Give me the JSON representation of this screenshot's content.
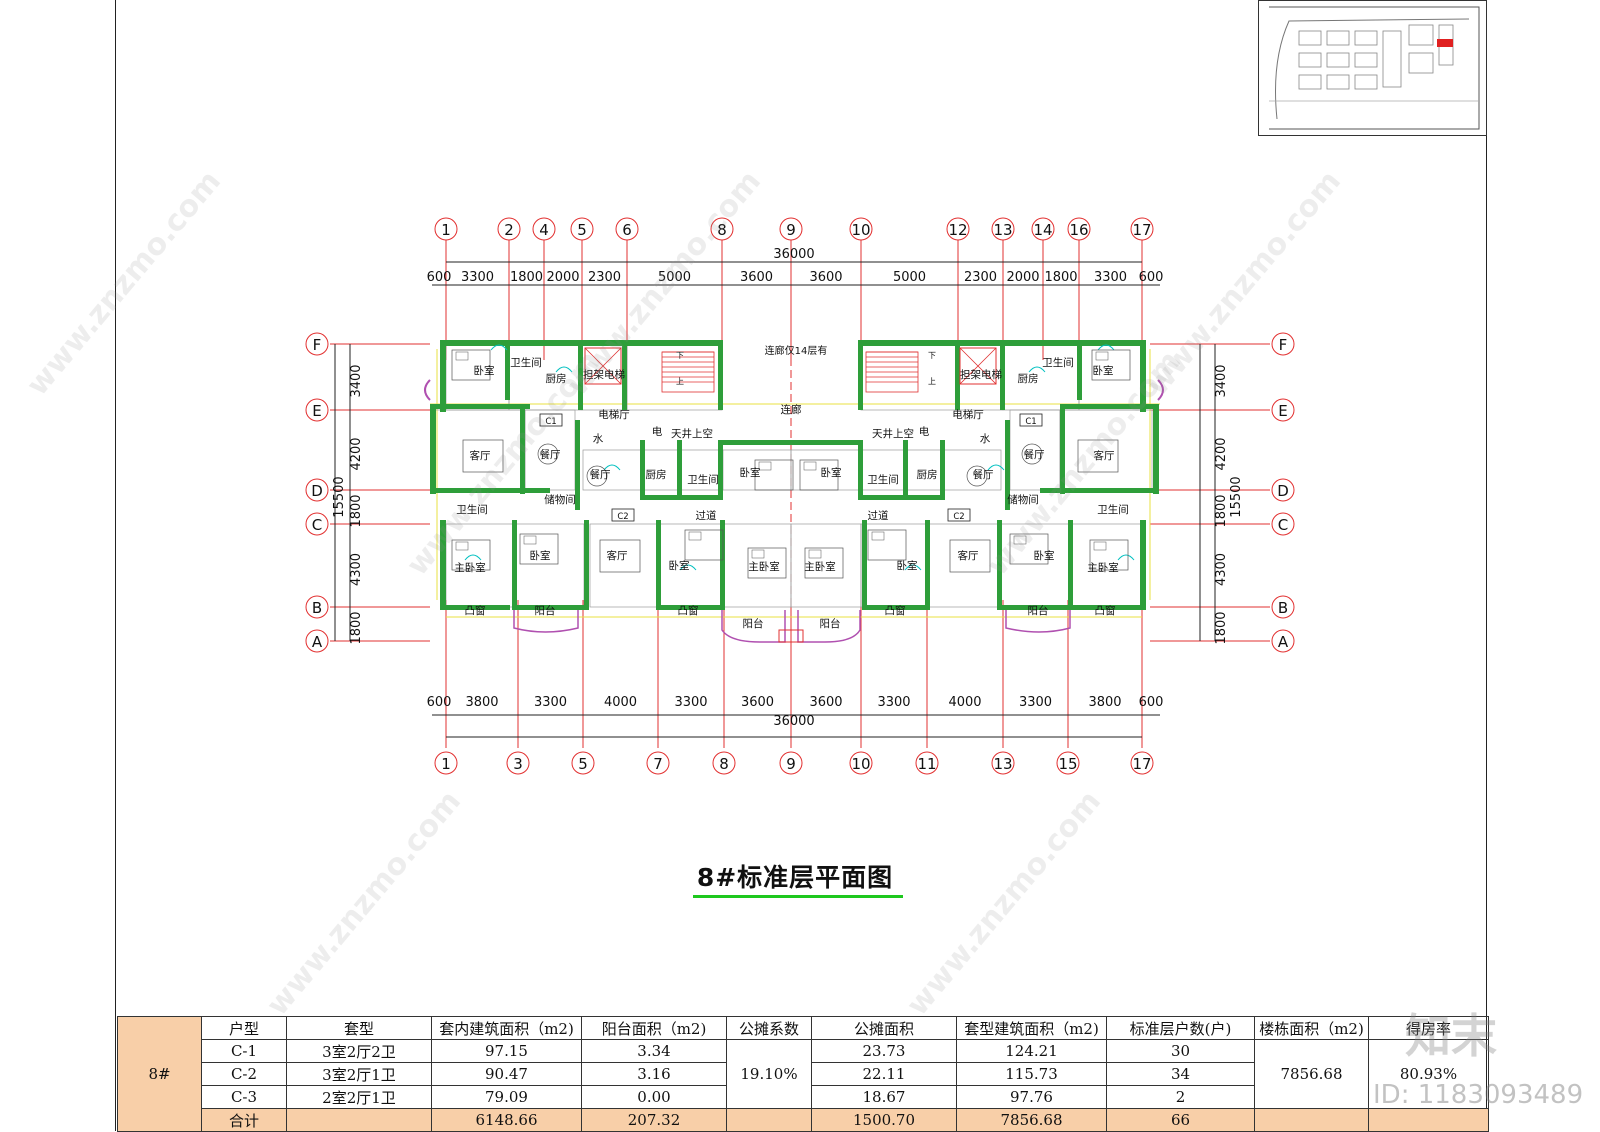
{
  "drawing_title": "8#标准层平面图",
  "grid": {
    "top_axes": [
      "1",
      "2",
      "4",
      "5",
      "6",
      "8",
      "9",
      "10",
      "12",
      "13",
      "14",
      "16",
      "17"
    ],
    "bottom_axes": [
      "1",
      "3",
      "5",
      "7",
      "8",
      "9",
      "10",
      "11",
      "13",
      "15",
      "17"
    ],
    "rows": [
      "F",
      "E",
      "D",
      "C",
      "B",
      "A"
    ],
    "top_total": "36000",
    "top_dims": [
      "600",
      "3300",
      "1800",
      "2000",
      "2300",
      "5000",
      "3600",
      "3600",
      "5000",
      "2300",
      "2000",
      "1800",
      "3300",
      "600"
    ],
    "bottom_total": "36000",
    "bottom_dims": [
      "600",
      "3800",
      "3300",
      "4000",
      "3300",
      "3600",
      "3600",
      "3300",
      "4000",
      "3300",
      "3800",
      "600"
    ],
    "side_total": "15500",
    "side_dims": [
      "3400",
      "4200",
      "1800",
      "4300",
      "1800"
    ]
  },
  "units": {
    "c1": "C-1",
    "c2": "C-2",
    "c1_tag": "C1",
    "c2_tag": "C2"
  },
  "rooms": {
    "bedroom": "卧室",
    "master_bedroom": "主卧室",
    "bathroom": "卫生间",
    "kitchen": "厨房",
    "living": "客厅",
    "dining": "餐厅",
    "storage": "储物间",
    "balcony": "阳台",
    "bay_window": "凸窗",
    "stretcher_elevator": "担架电梯",
    "elevator_hall": "电梯厅",
    "corridor": "连廊",
    "passage": "过道",
    "water": "水",
    "electric": "电",
    "patio_void": "天井上空",
    "corridor_note": "连廊仅14层有",
    "stair_down": "下",
    "stair_up": "上"
  },
  "area_table": {
    "building_id": "8#",
    "headers": [
      "户型",
      "套型",
      "套内建筑面积（m2)",
      "阳台面积（m2)",
      "公摊系数",
      "公摊面积",
      "套型建筑面积（m2)",
      "标准层户数(户)",
      "楼栋面积（m2)",
      "得房率"
    ],
    "rows": [
      {
        "type": "C-1",
        "layout": "3室2厅2卫",
        "inner": "97.15",
        "balcony": "3.34",
        "shared": "23.73",
        "total": "124.21",
        "count": "30"
      },
      {
        "type": "C-2",
        "layout": "3室2厅1卫",
        "inner": "90.47",
        "balcony": "3.16",
        "shared": "22.11",
        "total": "115.73",
        "count": "34"
      },
      {
        "type": "C-3",
        "layout": "2室2厅1卫",
        "inner": "79.09",
        "balcony": "0.00",
        "shared": "18.67",
        "total": "97.76",
        "count": "2"
      }
    ],
    "coefficient": "19.10%",
    "building_area": "7856.68",
    "efficiency": "80.93%",
    "total_row": {
      "label": "合计",
      "inner": "6148.66",
      "balcony": "207.32",
      "shared": "1500.70",
      "total": "7856.68",
      "count": "66"
    }
  },
  "watermark": {
    "brand": "知末",
    "id": "ID: 1183093489",
    "site": "www.znzmo.com"
  },
  "colors": {
    "wall": "#2e9e3a",
    "axis": "#e23030",
    "window": "#e8e040",
    "interior": "#9a9a9a",
    "magenta": "#b050b0",
    "cyan": "#00c0c0",
    "title_underline": "#1ec81e",
    "table_highlight": "#f8cfa8"
  }
}
